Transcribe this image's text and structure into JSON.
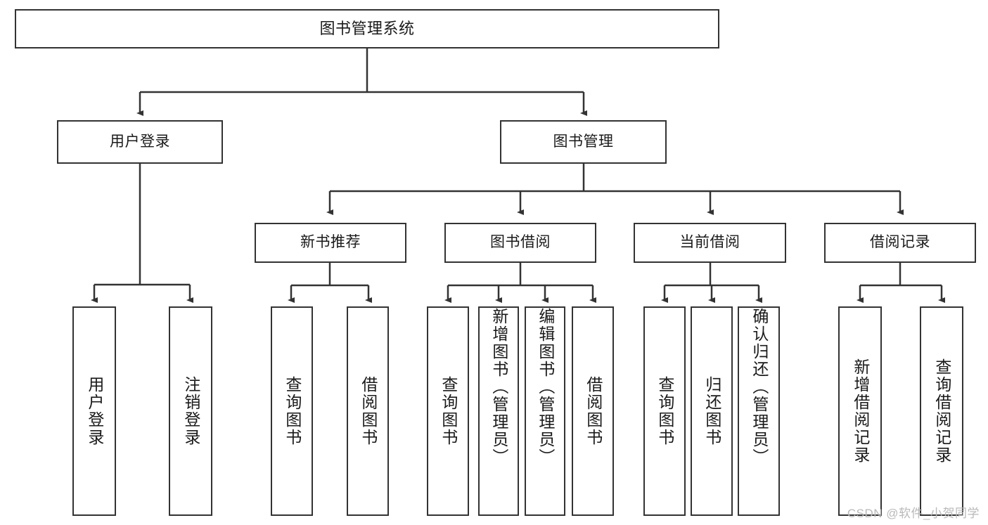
{
  "diagram": {
    "title": "图书管理系统",
    "watermark": "CSDN @软件_小贺同学",
    "nodes": {
      "root": {
        "label": "图书管理系统"
      },
      "level1": [
        {
          "id": "user-login",
          "label": "用户登录"
        },
        {
          "id": "book-management",
          "label": "图书管理"
        }
      ],
      "level2": [
        {
          "id": "new-book-recommend",
          "label": "新书推荐"
        },
        {
          "id": "book-borrow",
          "label": "图书借阅"
        },
        {
          "id": "current-borrow",
          "label": "当前借阅"
        },
        {
          "id": "borrow-record",
          "label": "借阅记录"
        }
      ],
      "leaves": [
        {
          "id": "leaf-user-login",
          "label": "用户登录",
          "parent": "user-login"
        },
        {
          "id": "leaf-logout-login",
          "label": "注销登录",
          "parent": "user-login"
        },
        {
          "id": "leaf-query-book-1",
          "label": "查询图书",
          "parent": "new-book-recommend"
        },
        {
          "id": "leaf-borrow-book-1",
          "label": "借阅图书",
          "parent": "new-book-recommend"
        },
        {
          "id": "leaf-query-book-2",
          "label": "查询图书",
          "parent": "book-borrow"
        },
        {
          "id": "leaf-add-book",
          "label": "新增图书（管理员）",
          "parent": "book-borrow"
        },
        {
          "id": "leaf-edit-book",
          "label": "编辑图书（管理员）",
          "parent": "book-borrow"
        },
        {
          "id": "leaf-borrow-book-2",
          "label": "借阅图书",
          "parent": "book-borrow"
        },
        {
          "id": "leaf-query-book-3",
          "label": "查询图书",
          "parent": "current-borrow"
        },
        {
          "id": "leaf-return-book",
          "label": "归还图书",
          "parent": "current-borrow"
        },
        {
          "id": "leaf-confirm-return",
          "label": "确认归还（管理员）",
          "parent": "current-borrow"
        },
        {
          "id": "leaf-add-record",
          "label": "新增借阅记录",
          "parent": "borrow-record"
        },
        {
          "id": "leaf-query-record",
          "label": "查询借阅记录",
          "parent": "borrow-record"
        }
      ]
    },
    "colors": {
      "stroke": "#333333",
      "fill": "#ffffff",
      "text": "#1a1a1a",
      "watermark": "#b9b9b9"
    }
  }
}
